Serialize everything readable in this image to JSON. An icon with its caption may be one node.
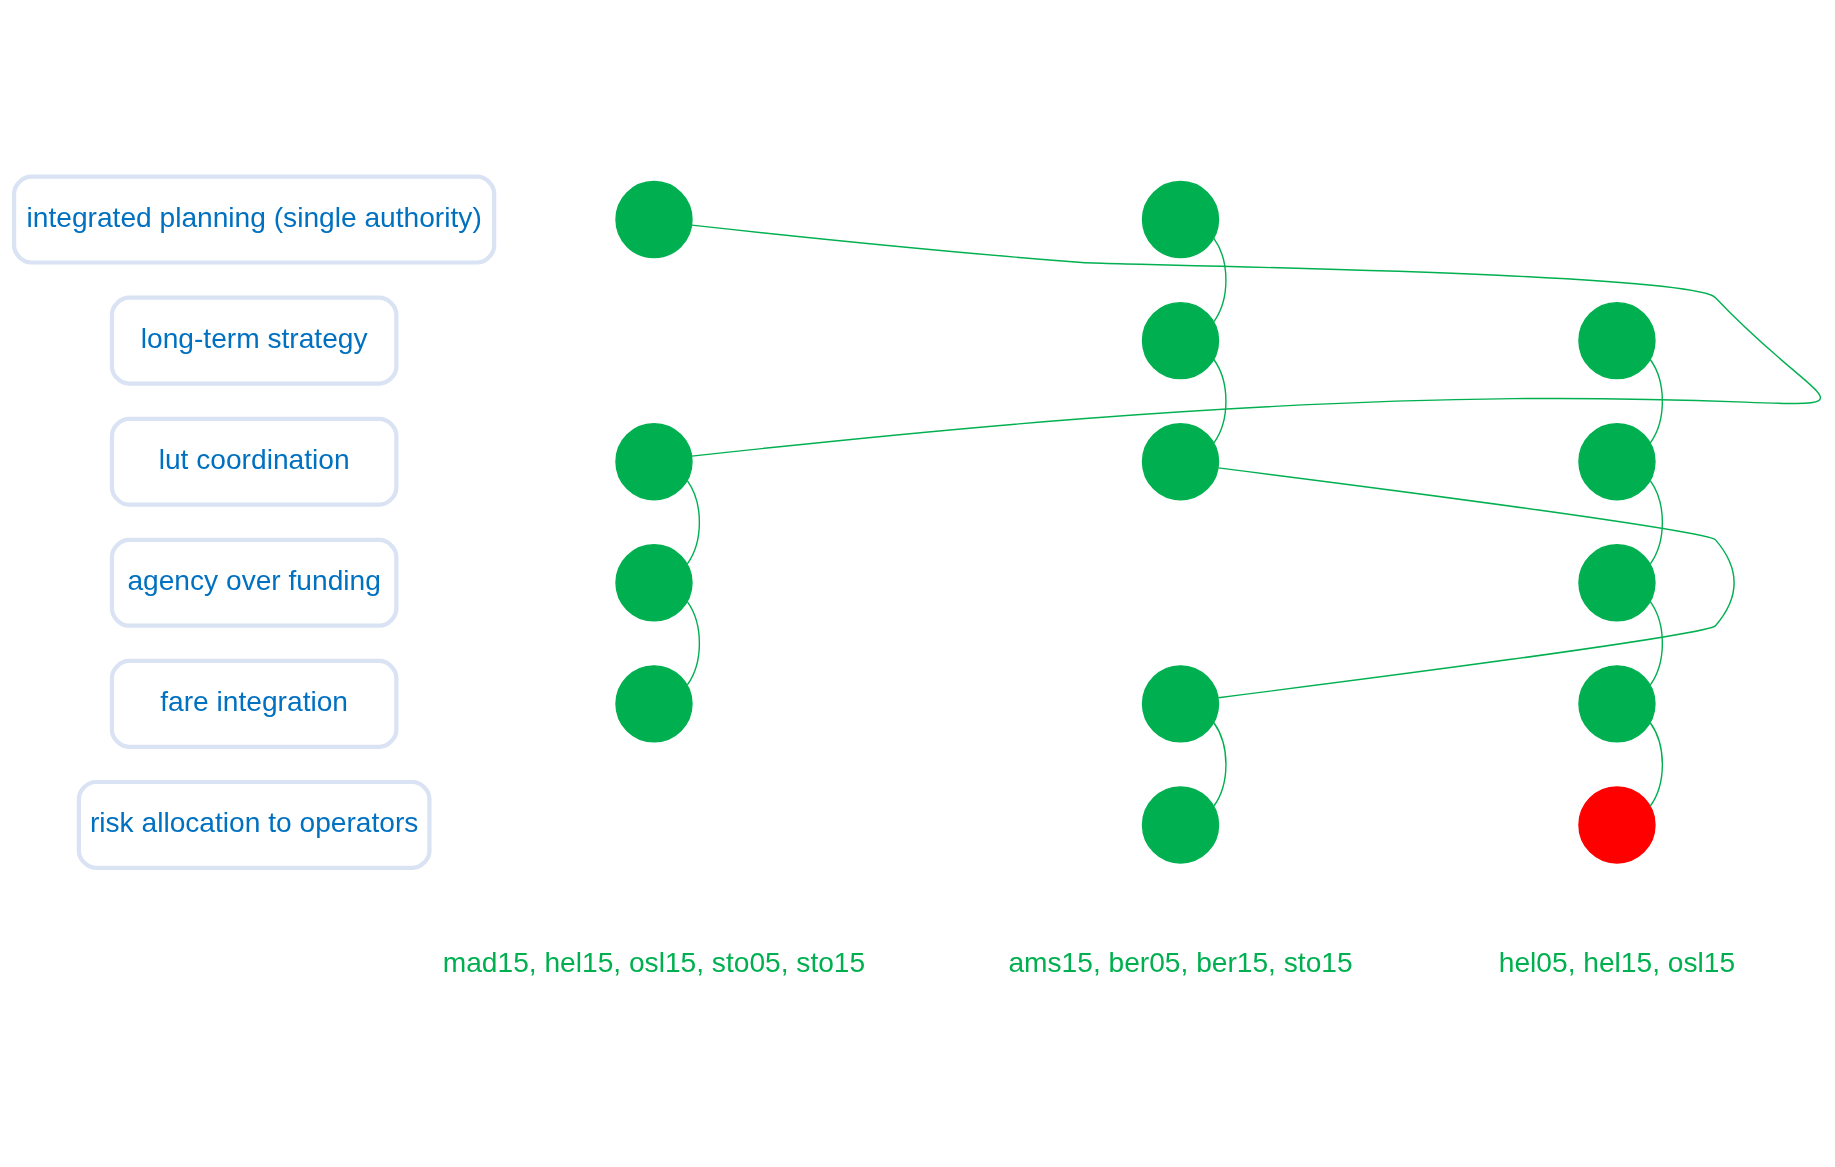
{
  "diagram": {
    "nodes": [
      {
        "text": [
          "integrated planning (single authority)"
        ]
      },
      {
        "text": [
          "long-term strategy"
        ]
      },
      {
        "text": [
          "lut coordination"
        ]
      },
      {
        "text": [
          "agency over funding"
        ]
      },
      {
        "text": [
          "fare integration"
        ]
      },
      {
        "text": [
          "risk allocation to operators"
        ]
      },
      {
        "text": [],
        "shape": "circle"
      },
      {
        "text": [],
        "shape": "circle"
      },
      {
        "text": [],
        "shape": "circle"
      },
      {
        "text": [],
        "shape": "circle"
      },
      {
        "text": [],
        "shape": "circle"
      },
      {
        "text": [],
        "shape": "circle"
      },
      {
        "text": [],
        "shape": "circle"
      },
      {
        "text": [],
        "shape": "circle"
      },
      {
        "text": [],
        "shape": "circle"
      },
      {
        "text": [],
        "shape": "circle"
      },
      {
        "text": [],
        "shape": "circle"
      },
      {
        "text": [],
        "shape": "circle"
      },
      {
        "text": [],
        "shape": "circle"
      },
      {
        "text": [],
        "shape": "circle"
      }
    ],
    "edges": [
      {
        "from": 6,
        "to": 7,
        "arrow": "none"
      },
      {
        "from": 7,
        "to": 8,
        "arrow": "none"
      },
      {
        "from": 8,
        "to": 9,
        "arrow": "none"
      },
      {
        "from": 10,
        "to": 11,
        "arrow": "none"
      },
      {
        "from": 11,
        "to": 12,
        "arrow": "none"
      },
      {
        "from": 12,
        "to": 13,
        "arrow": "none"
      },
      {
        "from": 13,
        "to": 14,
        "arrow": "none"
      },
      {
        "from": 15,
        "to": 16,
        "arrow": "none"
      },
      {
        "from": 16,
        "to": 17,
        "arrow": "none"
      },
      {
        "from": 17,
        "to": 18,
        "arrow": "none"
      },
      {
        "from": 18,
        "to": 19,
        "arrow": "none"
      }
    ],
    "labels": [
      "mad15, hel15, osl15, sto05, sto15",
      "ams15, ber05, ber15, sto15",
      "hel05, hel15, osl15"
    ]
  }
}
